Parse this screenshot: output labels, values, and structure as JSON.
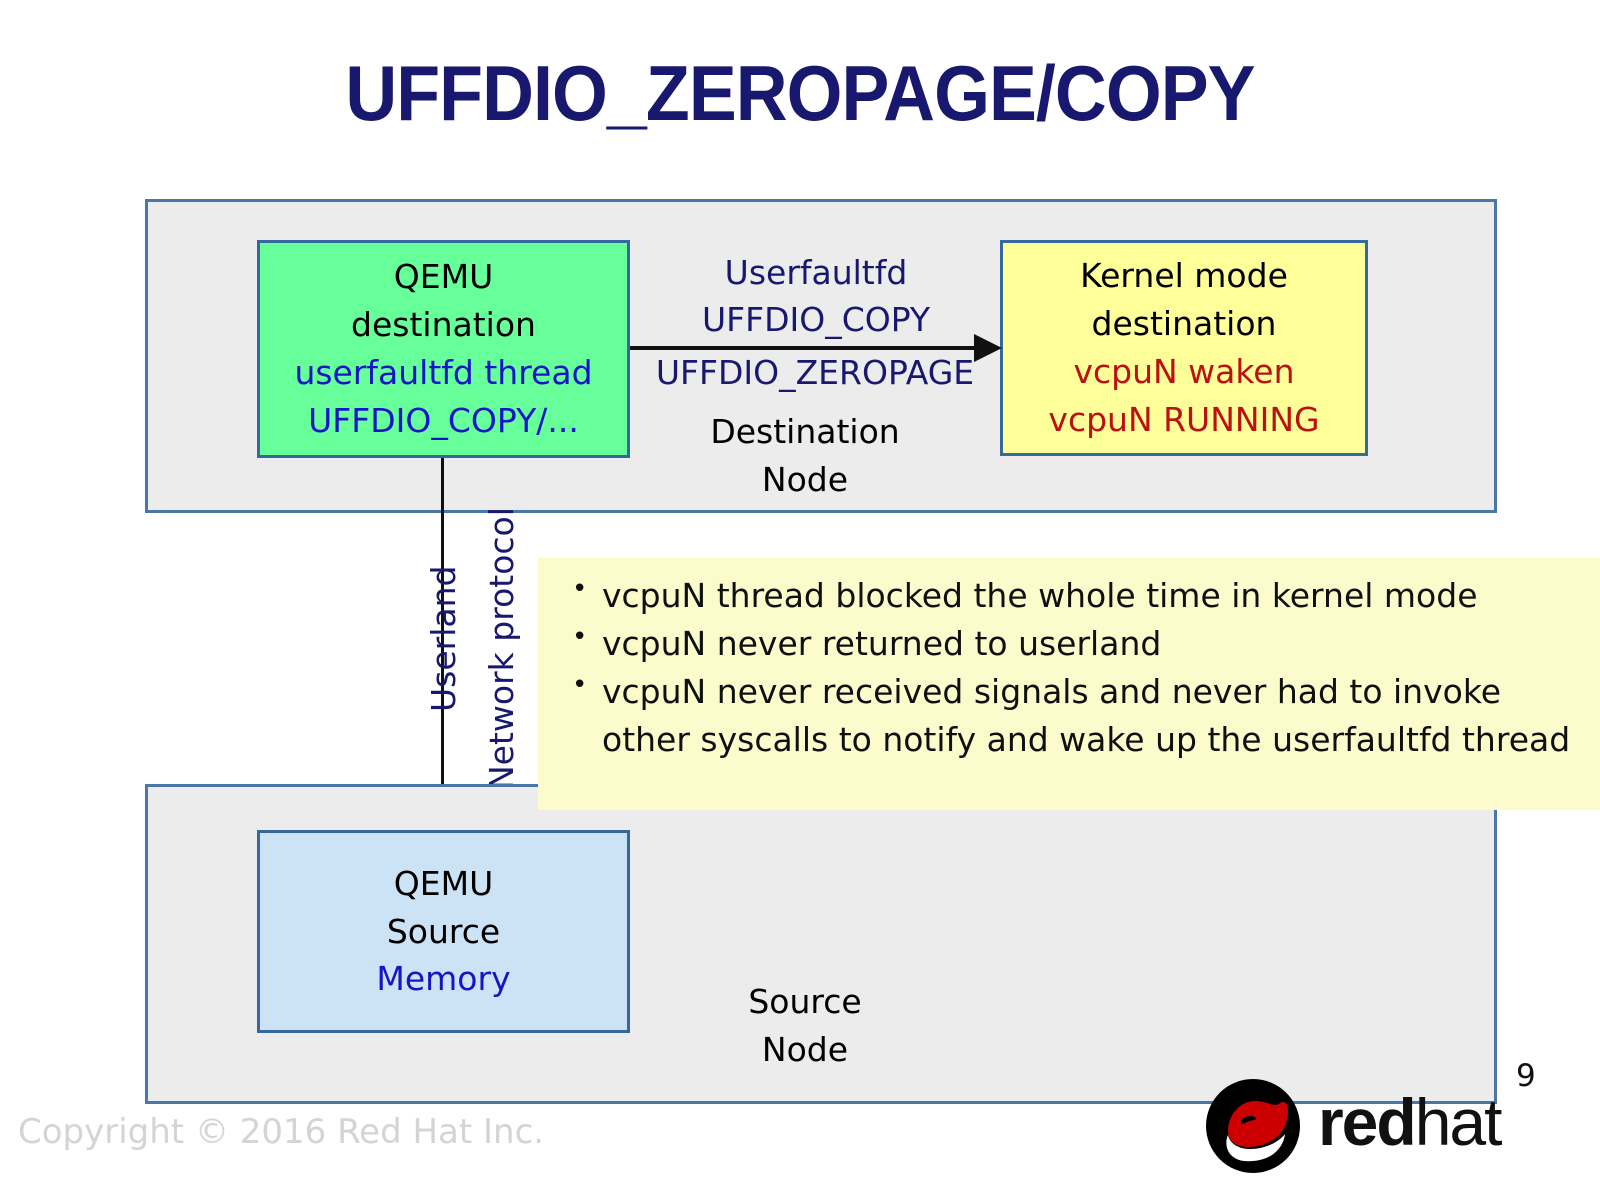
{
  "slide": {
    "title": "UFFDIO_ZEROPAGE/COPY",
    "page_number": "9",
    "copyright": "Copyright © 2016 Red Hat Inc.",
    "title_color": "#17186e"
  },
  "destination_node": {
    "caption": "Destination\nNode",
    "panel_fill": "#ececec",
    "panel_border": "#4a77a8",
    "qemu_box": {
      "fill": "#66ff99",
      "line1": "QEMU",
      "line2": "destination",
      "line3": "userfaultfd thread",
      "line4": "UFFDIO_COPY/...",
      "black_color": "#000000",
      "blue_color": "#1515c8"
    },
    "kernel_box": {
      "fill": "#ffff99",
      "line1": "Kernel mode",
      "line2": "destination",
      "line3": "vcpuN waken",
      "line4": "vcpuN RUNNING",
      "black_color": "#000000",
      "red_color": "#bb1111"
    },
    "arrow": {
      "label_above_line1": "Userfaultfd",
      "label_above_line2": "UFFDIO_COPY",
      "label_below": "UFFDIO_ZEROPAGE",
      "label_color": "#17186e",
      "direction": "right"
    }
  },
  "source_node": {
    "caption": "Source\nNode",
    "panel_fill": "#ececec",
    "panel_border": "#4a77a8",
    "qemu_box": {
      "fill": "#cbe3f5",
      "line1": "QEMU",
      "line2": "Source",
      "line3": "Memory",
      "black_color": "#000000",
      "blue_color": "#1515c8"
    }
  },
  "connector": {
    "left_label": "Userland",
    "right_label": "Network protocol",
    "label_color": "#17186e",
    "line_color": "#101010"
  },
  "notes": {
    "fill": "#fbfbcc",
    "bullets": [
      "vcpuN thread blocked the whole time in kernel mode",
      "vcpuN never returned to userland",
      "vcpuN never received signals and never had to invoke other syscalls to notify and wake up the userfaultfd thread"
    ]
  },
  "branding": {
    "wordmark_bold": "red",
    "wordmark_light": "hat",
    "hat_color": "#cc0000",
    "circle_color": "#000000"
  }
}
